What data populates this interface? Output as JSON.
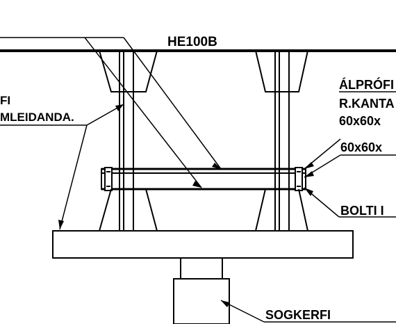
{
  "labels": {
    "profile": "HE100B",
    "fi_fragment": "FI",
    "mleidanda": "MLEIDANDA.",
    "alprofi": "ÁLPRÓFI",
    "rkanta": "R.KANTA",
    "size1": "60x60x",
    "size2": "60x60x",
    "bolti": "BOLTI I",
    "sogkerfi": "SOGKERFI"
  },
  "colors": {
    "line": "#000000",
    "background": "#ffffff"
  }
}
